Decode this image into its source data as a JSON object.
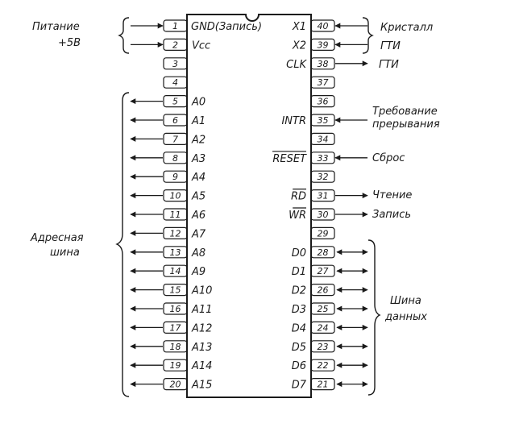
{
  "colors": {
    "ink": "#1a1a1a",
    "paper": "#ffffff"
  },
  "left_pins": [
    {
      "num": "1",
      "label": "GND(Запись)",
      "dir": "in"
    },
    {
      "num": "2",
      "label": "Vcc",
      "dir": "in"
    },
    {
      "num": "3",
      "label": "",
      "dir": "none"
    },
    {
      "num": "4",
      "label": "",
      "dir": "none"
    },
    {
      "num": "5",
      "label": "A0",
      "dir": "out"
    },
    {
      "num": "6",
      "label": "A1",
      "dir": "out"
    },
    {
      "num": "7",
      "label": "A2",
      "dir": "out"
    },
    {
      "num": "8",
      "label": "A3",
      "dir": "out"
    },
    {
      "num": "9",
      "label": "A4",
      "dir": "out"
    },
    {
      "num": "10",
      "label": "A5",
      "dir": "out"
    },
    {
      "num": "11",
      "label": "A6",
      "dir": "out"
    },
    {
      "num": "12",
      "label": "A7",
      "dir": "out"
    },
    {
      "num": "13",
      "label": "A8",
      "dir": "out"
    },
    {
      "num": "14",
      "label": "A9",
      "dir": "out"
    },
    {
      "num": "15",
      "label": "A10",
      "dir": "out"
    },
    {
      "num": "16",
      "label": "A11",
      "dir": "out"
    },
    {
      "num": "17",
      "label": "A12",
      "dir": "out"
    },
    {
      "num": "18",
      "label": "A13",
      "dir": "out"
    },
    {
      "num": "19",
      "label": "A14",
      "dir": "out"
    },
    {
      "num": "20",
      "label": "A15",
      "dir": "out"
    }
  ],
  "right_pins": [
    {
      "num": "40",
      "label": "X1",
      "dir": "in",
      "over": false
    },
    {
      "num": "39",
      "label": "X2",
      "dir": "in",
      "over": false
    },
    {
      "num": "38",
      "label": "CLK",
      "dir": "out",
      "over": false
    },
    {
      "num": "37",
      "label": "",
      "dir": "none",
      "over": false
    },
    {
      "num": "36",
      "label": "",
      "dir": "none",
      "over": false
    },
    {
      "num": "35",
      "label": "INTR",
      "dir": "in",
      "over": false
    },
    {
      "num": "34",
      "label": "",
      "dir": "none",
      "over": false
    },
    {
      "num": "33",
      "label": "RESET",
      "dir": "in",
      "over": true
    },
    {
      "num": "32",
      "label": "",
      "dir": "none",
      "over": false
    },
    {
      "num": "31",
      "label": "RD",
      "dir": "out",
      "over": true
    },
    {
      "num": "30",
      "label": "WR",
      "dir": "out",
      "over": true
    },
    {
      "num": "29",
      "label": "",
      "dir": "none",
      "over": false
    },
    {
      "num": "28",
      "label": "D0",
      "dir": "bi",
      "over": false
    },
    {
      "num": "27",
      "label": "D1",
      "dir": "bi",
      "over": false
    },
    {
      "num": "26",
      "label": "D2",
      "dir": "bi",
      "over": false
    },
    {
      "num": "25",
      "label": "D3",
      "dir": "bi",
      "over": false
    },
    {
      "num": "24",
      "label": "D4",
      "dir": "bi",
      "over": false
    },
    {
      "num": "23",
      "label": "D5",
      "dir": "bi",
      "over": false
    },
    {
      "num": "22",
      "label": "D6",
      "dir": "bi",
      "over": false
    },
    {
      "num": "21",
      "label": "D7",
      "dir": "bi",
      "over": false
    }
  ],
  "labels": {
    "power_line1": "Питание",
    "power_line2": "+5В",
    "crystal": "Кристалл",
    "gti_x2": "ГТИ",
    "gti_clk": "ГТИ",
    "intr_line1": "Требование",
    "intr_line2": "прерывания",
    "reset": "Сброс",
    "read": "Чтение",
    "write": "Запись",
    "addr_line1": "Адресная",
    "addr_line2": "шина",
    "data_line1": "Шина",
    "data_line2": "данных"
  }
}
